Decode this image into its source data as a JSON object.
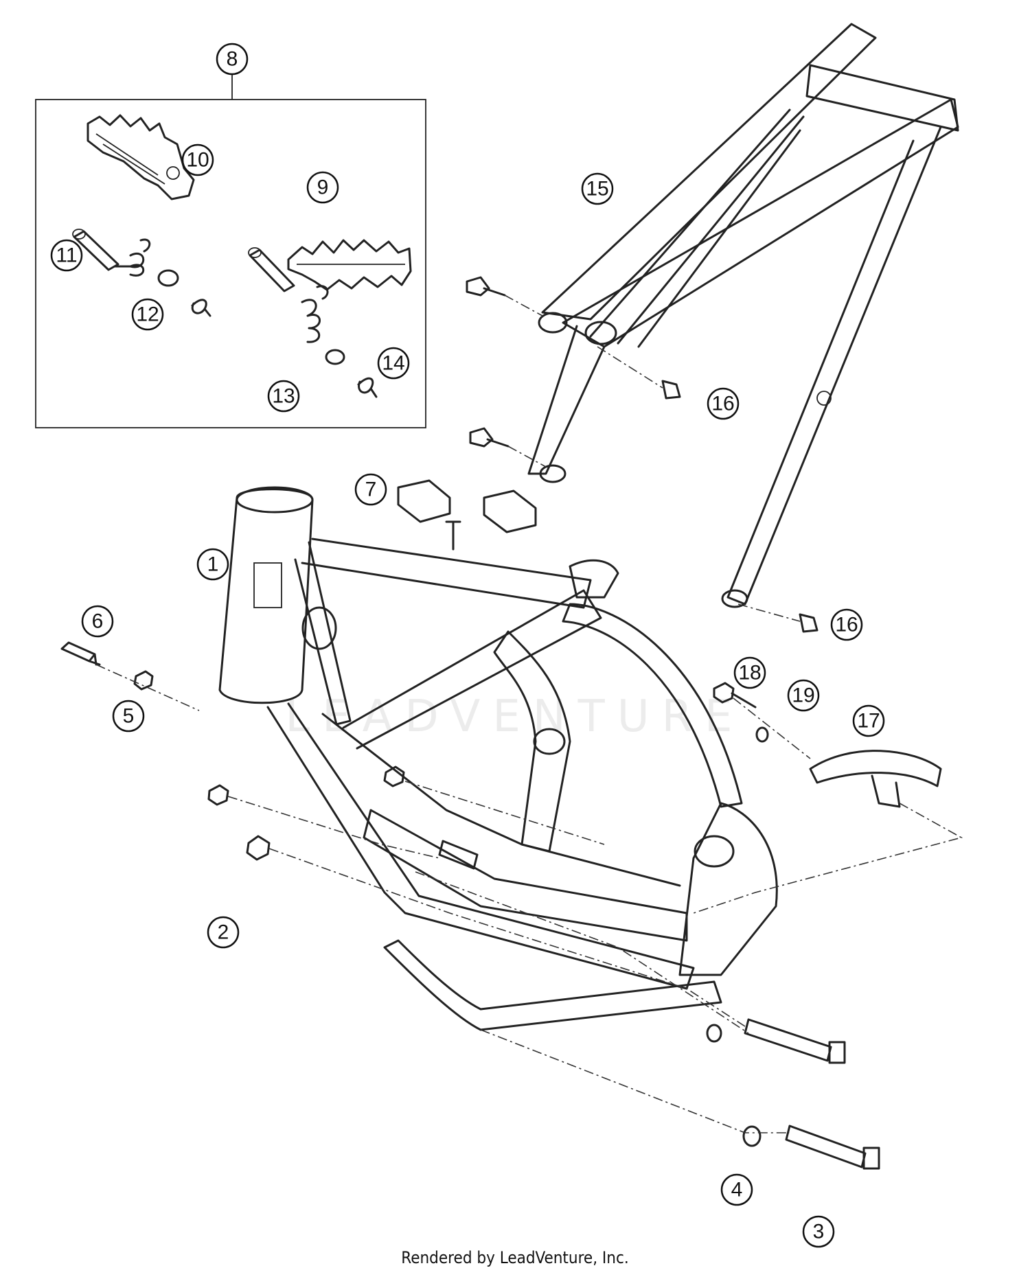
{
  "watermark": "LEADVENTURE",
  "footer": "Rendered by LeadVenture, Inc.",
  "callouts": [
    {
      "label": "1"
    },
    {
      "label": "2"
    },
    {
      "label": "3"
    },
    {
      "label": "4"
    },
    {
      "label": "5"
    },
    {
      "label": "6"
    },
    {
      "label": "7"
    },
    {
      "label": "8"
    },
    {
      "label": "9"
    },
    {
      "label": "10"
    },
    {
      "label": "11"
    },
    {
      "label": "12"
    },
    {
      "label": "13"
    },
    {
      "label": "14"
    },
    {
      "label": "15"
    },
    {
      "label": "16"
    },
    {
      "label": "16"
    },
    {
      "label": "17"
    },
    {
      "label": "18"
    },
    {
      "label": "19"
    }
  ]
}
